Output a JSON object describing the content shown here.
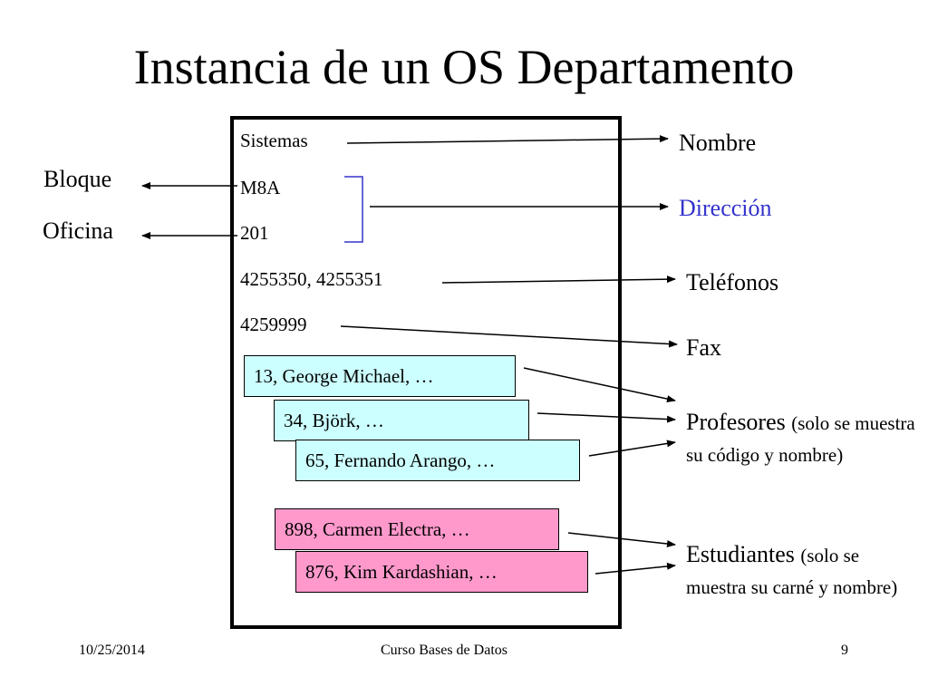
{
  "title": "Instancia de un OS Departamento",
  "department": {
    "name": "Sistemas",
    "block": "M8A",
    "office": "201",
    "phones": "4255350, 4255351",
    "fax": "4259999",
    "professors": [
      "13, George Michael, …",
      "34, Björk, …",
      "65, Fernando Arango, …"
    ],
    "students": [
      "898, Carmen Electra, …",
      "876, Kim Kardashian, …"
    ]
  },
  "labels": {
    "bloque": "Bloque",
    "oficina": "Oficina",
    "nombre": "Nombre",
    "direccion": "Dirección",
    "telefonos": "Teléfonos",
    "fax": "Fax",
    "profesores": "Profesores",
    "profesores_note": "(solo se muestra su código  y nombre)",
    "estudiantes": "Estudiantes",
    "estudiantes_note": "(solo se muestra su carné y nombre)"
  },
  "footer": {
    "date": "10/25/2014",
    "course": "Curso Bases de Datos",
    "page": "9"
  },
  "colors": {
    "professor_card": "#ccffff",
    "student_card": "#ff99cc",
    "address_label": "#3333cc",
    "address_bracket": "#3333cc"
  }
}
